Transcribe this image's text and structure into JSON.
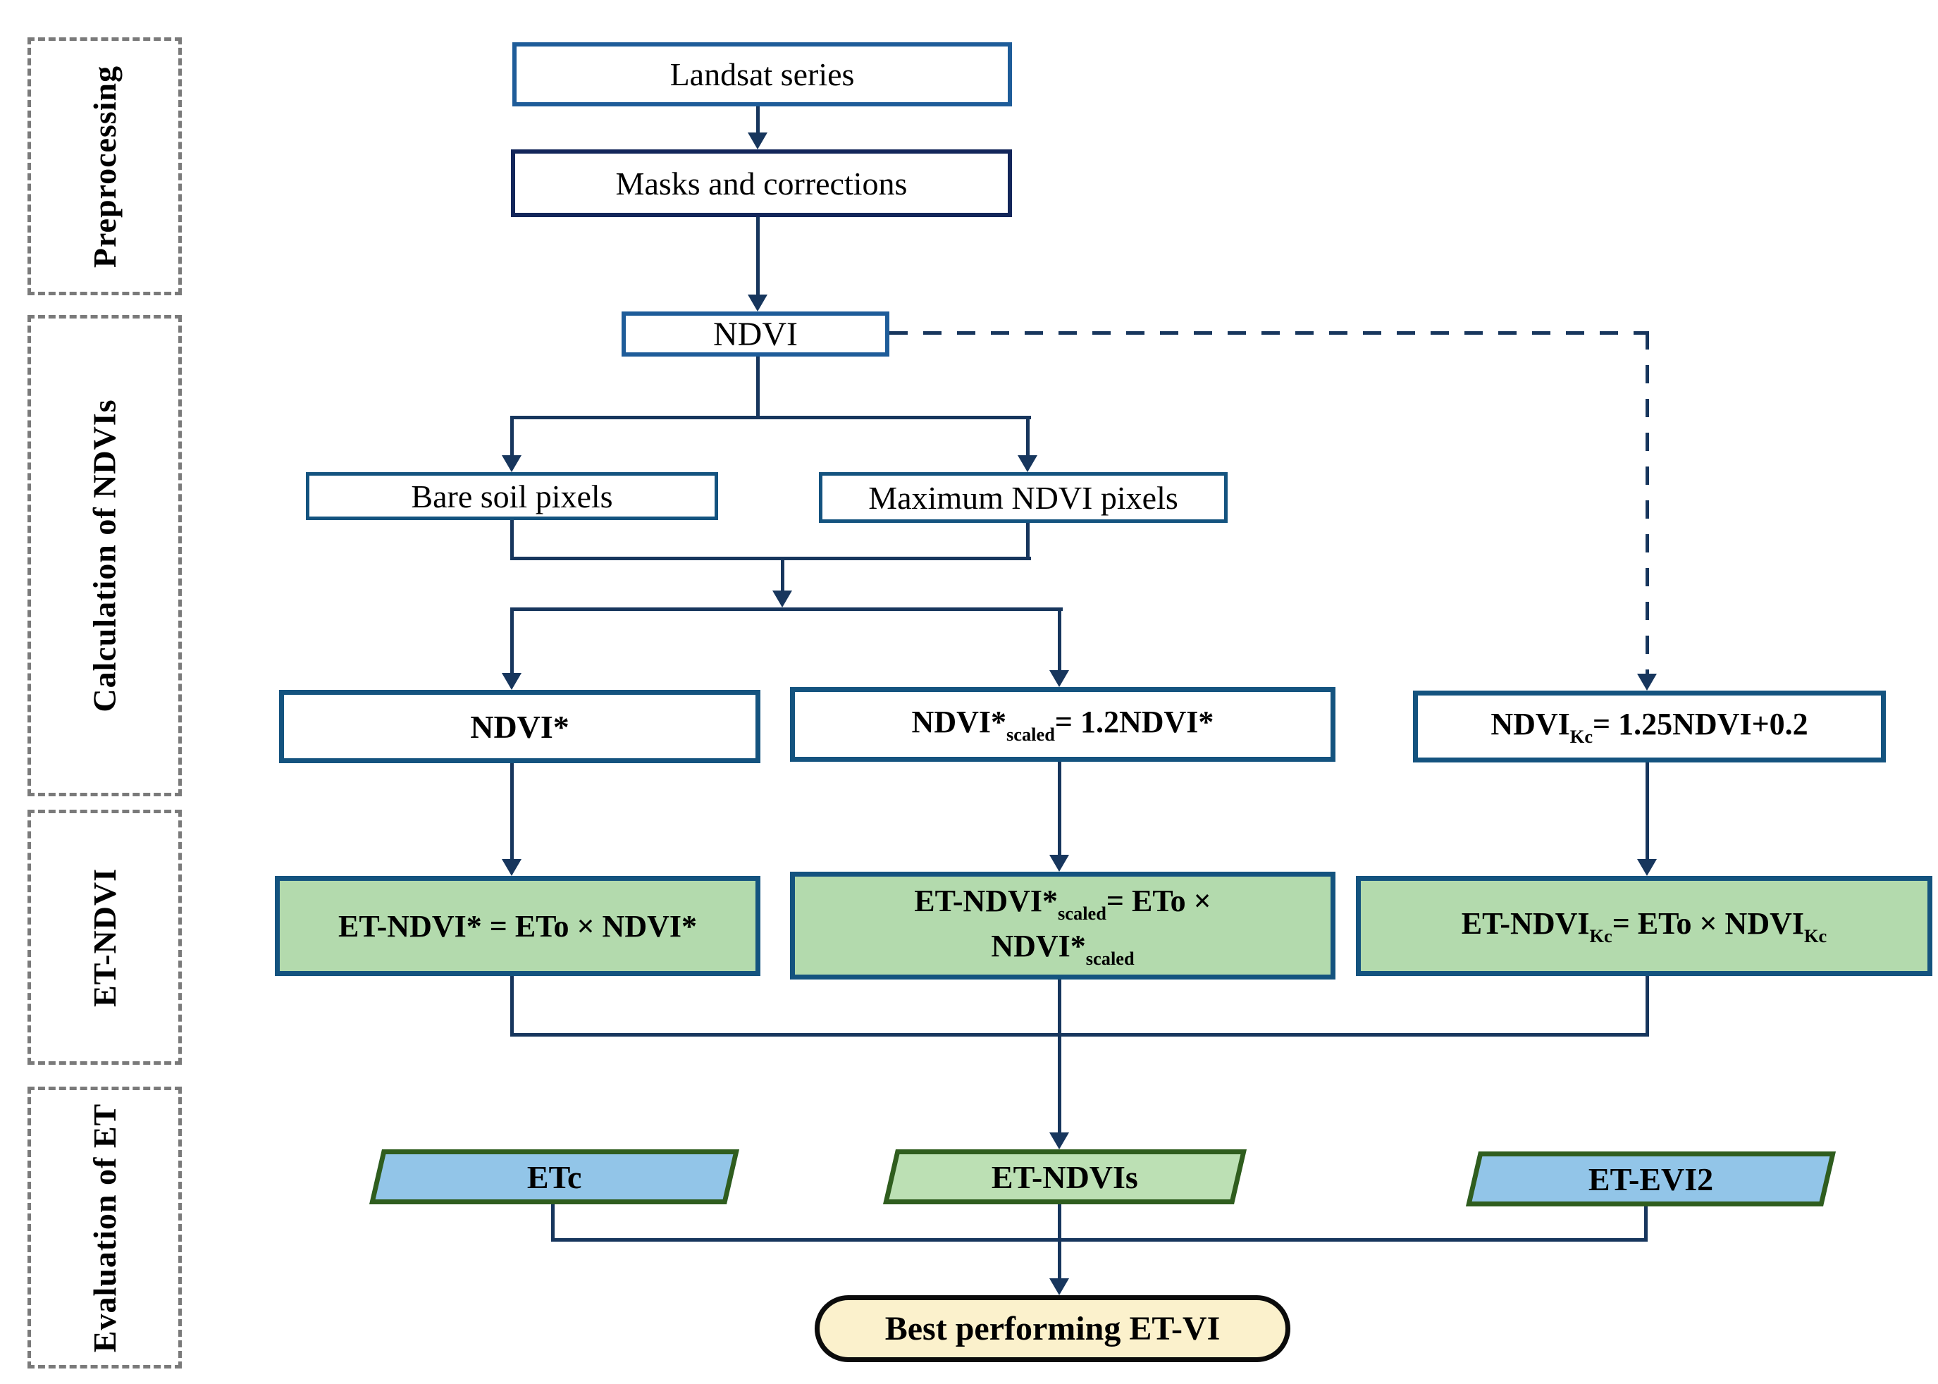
{
  "sidebar": {
    "sections": [
      {
        "label": "Preprocessing"
      },
      {
        "label": "Calculation of NDVIs"
      },
      {
        "label": "ET-NDVI"
      },
      {
        "label": "Evaluation of ET"
      }
    ]
  },
  "nodes": {
    "landsat": "Landsat series",
    "masks": "Masks and corrections",
    "ndvi": "NDVI",
    "bare_soil": "Bare soil pixels",
    "max_ndvi": "Maximum NDVI pixels",
    "ndvi_star": "NDVI*",
    "ndvi_scaled": {
      "p1": "NDVI*",
      "sub1": "scaled",
      "p2": "= 1.2NDVI*"
    },
    "ndvi_kc": {
      "p1": "NDVI",
      "sub1": "Kc",
      "p2": "= 1.25NDVI+0.2"
    },
    "et_ndvi_star": "ET-NDVI* = ETo × NDVI*",
    "et_ndvi_scaled": {
      "p1": "ET-NDVI*",
      "sub1": "scaled",
      "p2": "= ETo ×",
      "p3": "NDVI*",
      "sub2": "scaled"
    },
    "et_ndvi_kc": {
      "p1": "ET-NDVI",
      "sub1": "Kc",
      "p2": "= ETo × NDVI",
      "sub2": "Kc"
    },
    "etc": "ETc",
    "et_ndvis": "ET-NDVIs",
    "et_evi2": "ET-EVI2",
    "best": "Best performing ET-VI"
  },
  "colors": {
    "line_navy": "#17365d",
    "border_medium_blue": "#1e5c99",
    "border_dark_navy": "#13265a",
    "border_teal_blue": "#14537f",
    "green_fill": "#b3daad",
    "light_green_fill": "#bce0b4",
    "blue_fill": "#92c5e8",
    "parallelogram_border_green": "#2f5d1e",
    "stadium_fill": "#fbf1cc",
    "sidebar_dash_gray": "#7a7a7a"
  }
}
